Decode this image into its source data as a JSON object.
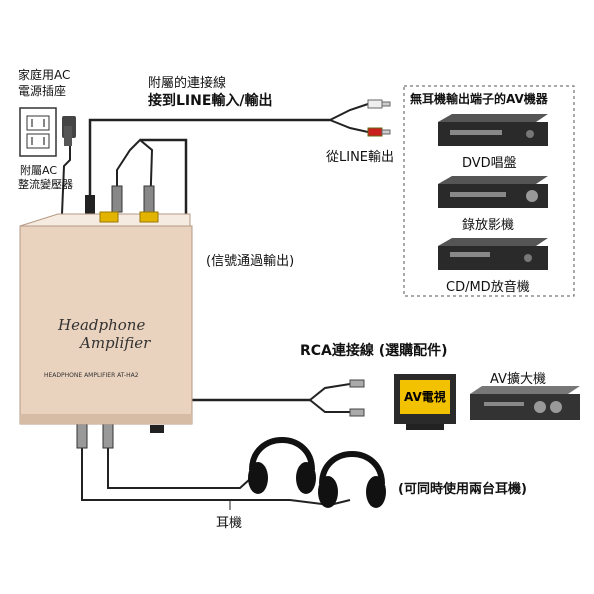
{
  "labels": {
    "ac_outlet": [
      "家庭用AC",
      "電源插座"
    ],
    "ac_adapter": [
      "附屬AC",
      "整流變壓器"
    ],
    "cable_title": [
      "附屬的連接線",
      "接到LINE輸入/輸出"
    ],
    "from_line_out": "從LINE輸出",
    "passthrough": "(信號通過輸出)",
    "rca_cable": "RCA連接線 (選購配件)",
    "headphones": "耳機",
    "two_headphones": "(可同時使用兩台耳機)"
  },
  "device_group": {
    "title": "無耳機輸出端子的AV機器",
    "devices": [
      "DVD唱盤",
      "錄放影機",
      "CD/MD放音機"
    ]
  },
  "amplifier": {
    "logo_line1": "Headphone",
    "logo_line2": "Amplifier",
    "model_text": "HEADPHONE AMPLIFIER  AT-HA2"
  },
  "outputs": {
    "tv_label": "AV電視",
    "av_amp_label": "AV擴大機"
  },
  "colors": {
    "amp_body": "#e9d2be",
    "amp_top": "#f3e6d9",
    "jack_gold": "#e2b400",
    "tv_screen": "#f2c100",
    "dark_device": "#2a2a2a"
  }
}
